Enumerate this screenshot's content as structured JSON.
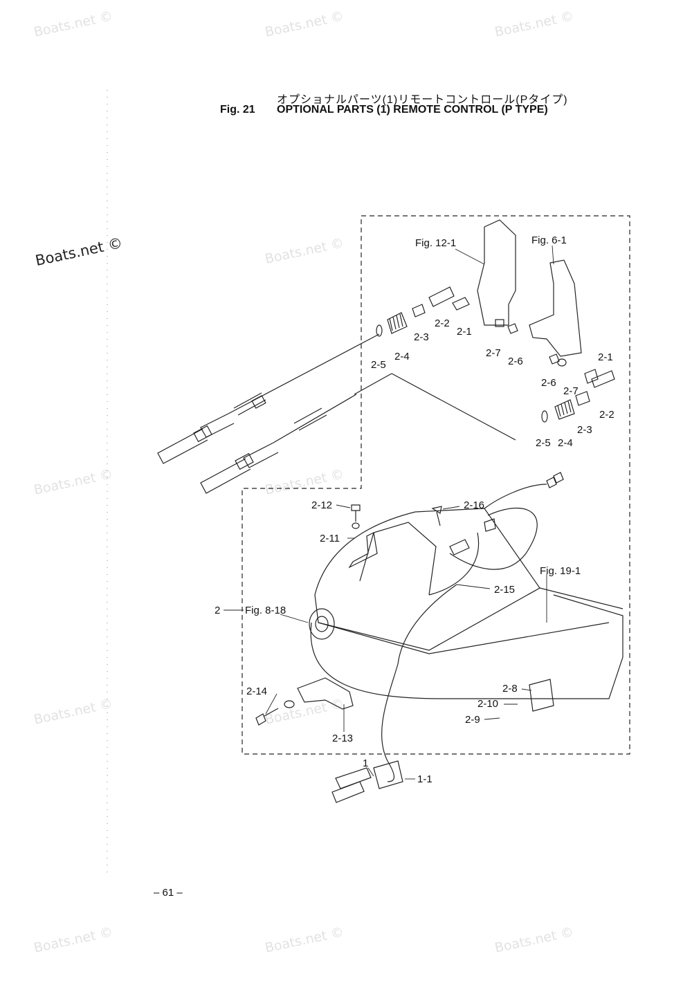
{
  "watermarks": {
    "top_left": "Boats.net ©",
    "top_center": "Boats.net ©",
    "top_right": "Boats.net ©",
    "side_left": "Boats.net ©",
    "mid_center_top": "Boats.net ©",
    "mid_left": "Boats.net ©",
    "mid_center": "Boats.net ©",
    "lower_left": "Boats.net ©",
    "lower_center": "Boats.net ©",
    "bottom_left": "Boats.net ©",
    "bottom_center": "Boats.net ©",
    "bottom_right": "Boats.net ©"
  },
  "header": {
    "japanese_title": "オプショナルパーツ(1)リモートコントロール(Pタイプ)",
    "fig_number": "Fig. 21",
    "title": "OPTIONAL PARTS (1) REMOTE CONTROL (P TYPE)"
  },
  "page_number": "– 61 –",
  "callouts": {
    "fig_12_1": "Fig. 12-1",
    "fig_6_1": "Fig. 6-1",
    "fig_19_1": "Fig. 19-1",
    "fig_8_18": "Fig. 8-18",
    "left_2_1": "2-1",
    "left_2_2": "2-2",
    "left_2_3": "2-3",
    "left_2_4": "2-4",
    "left_2_5": "2-5",
    "left_2_6": "2-6",
    "left_2_7": "2-7",
    "right_2_1": "2-1",
    "right_2_2": "2-2",
    "right_2_3": "2-3",
    "right_2_4": "2-4",
    "right_2_5": "2-5",
    "right_2_6": "2-6",
    "right_2_7": "2-7",
    "p2_8": "2-8",
    "p2_9": "2-9",
    "p2_10": "2-10",
    "p2_11": "2-11",
    "p2_12": "2-12",
    "p2_13": "2-13",
    "p2_14": "2-14",
    "p2_15": "2-15",
    "p2_16": "2-16",
    "p2": "2",
    "p1": "1",
    "p1_1": "1-1"
  }
}
